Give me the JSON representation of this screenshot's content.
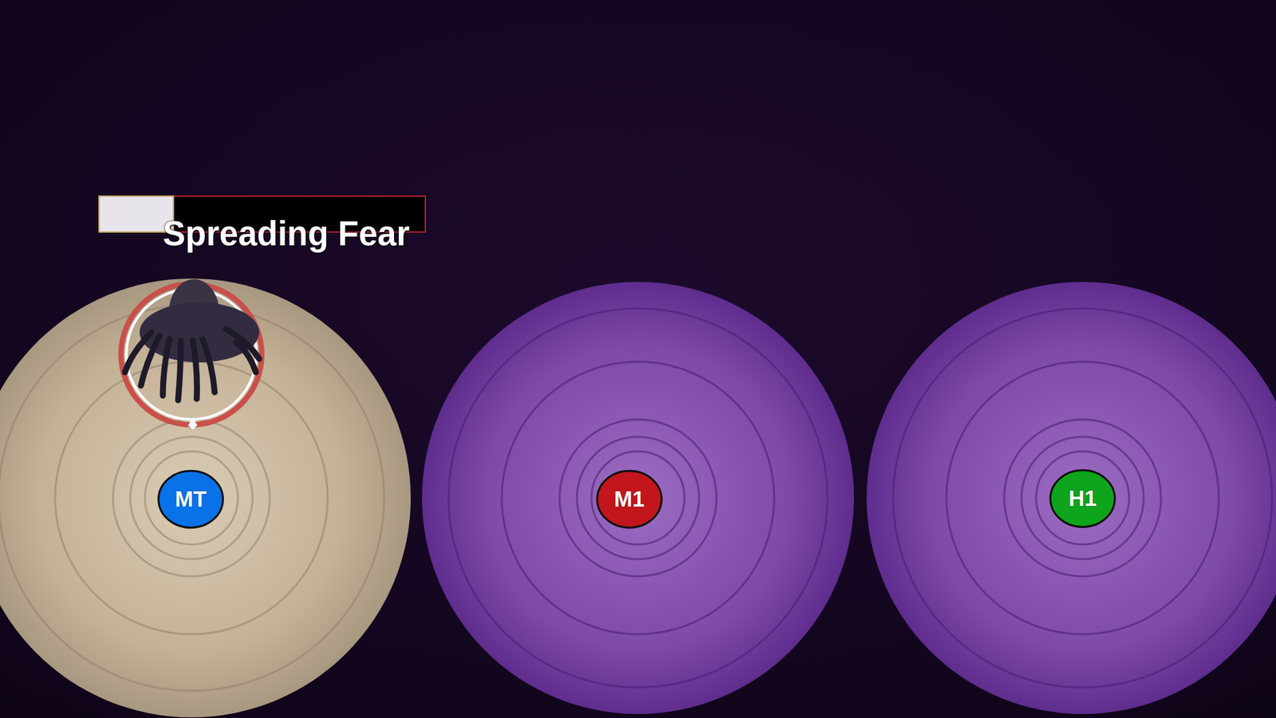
{
  "diagram": {
    "nodes": [
      {
        "text": [
          "MT"
        ]
      },
      {
        "text": [
          "M1"
        ]
      },
      {
        "text": [
          "H1"
        ]
      }
    ],
    "labels": [
      "Spreading Fear"
    ]
  }
}
